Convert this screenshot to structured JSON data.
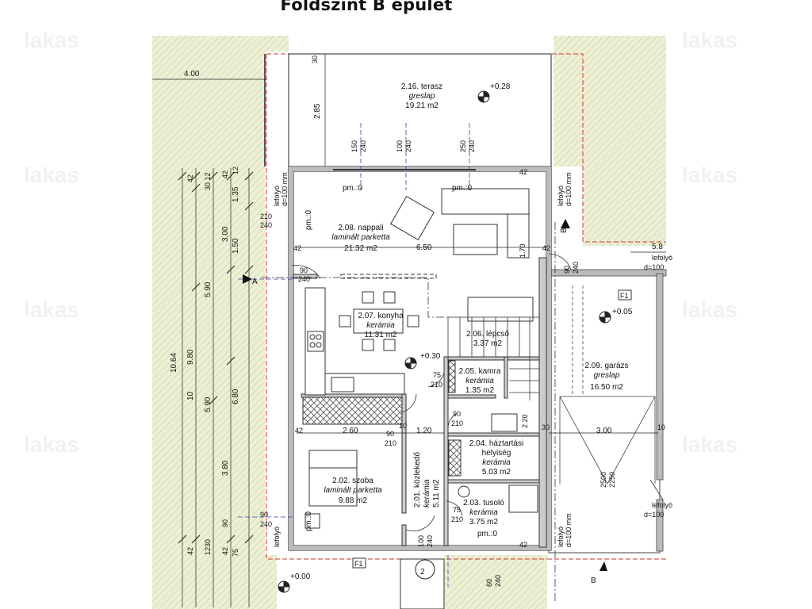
{
  "title": "Földszint B épület",
  "watermark": "lakas",
  "colors": {
    "ground": "#eef0d6",
    "hatch": "#c9cc9a",
    "wall": "#555555",
    "line": "#222222",
    "red": "#cc3333",
    "blue": "#3344aa"
  },
  "rooms": [
    {
      "id": "terasz",
      "name": "2.16. terasz",
      "material": "greslap",
      "area": "19.21 m2"
    },
    {
      "id": "nappali",
      "name": "2.08. nappali",
      "material": "laminált parketta",
      "area": "21.32 m2"
    },
    {
      "id": "konyha",
      "name": "2.07. konyha",
      "material": "kerámia",
      "area": "11.31 m2"
    },
    {
      "id": "lepcso",
      "name": "2.06. lépcső",
      "material": "",
      "area": "3.37 m2"
    },
    {
      "id": "kamra",
      "name": "2.05. kamra",
      "material": "kerámia",
      "area": "1.35 m2"
    },
    {
      "id": "haztartasi",
      "name": "2.04. háztartási",
      "name2": "helyiség",
      "material": "kerámia",
      "area": "5.03 m2"
    },
    {
      "id": "tusolo",
      "name": "2.03. tusoló",
      "material": "kerámia",
      "area": "3.75 m2"
    },
    {
      "id": "szoba",
      "name": "2.02. szoba",
      "material": "laminált parketta",
      "area": "9.88 m2"
    },
    {
      "id": "kozlekedo",
      "name": "2.01. közlekedő",
      "material": "kerámia",
      "area": "5.11 m2"
    },
    {
      "id": "garazs",
      "name": "2.09. garázs",
      "material": "greslap",
      "area": "16.50 m2"
    }
  ],
  "levels": {
    "terasz": "+0.28",
    "konyha": "+0.30",
    "garazs": "+0.05",
    "outside": "+0.00"
  },
  "pm": {
    "pm0": "pm.:0",
    "pm0b": "pm.:0"
  },
  "downpipes": {
    "label": "lefolyó",
    "size": "d=100 mm",
    "size_short": "d=100"
  },
  "sections": {
    "a": "A",
    "b": "B"
  },
  "markers": {
    "f1": "F1",
    "entry": "2"
  },
  "dims": {
    "top400": "4.00",
    "d30": "30",
    "d285": "2.85",
    "d650": "6.50",
    "d170": "1.70",
    "d260": "2.60",
    "d120": "1.20",
    "d300": "3.00",
    "d220": "2.20",
    "d580": "5.8",
    "v1064": "10.64",
    "v980": "9.80",
    "v10": "10",
    "v590": "5.90",
    "v590b": "5.90",
    "v300": "3.00",
    "v150": "1.50",
    "v135": "1.35",
    "v680": "6.80",
    "v380": "3.80",
    "v90": "90",
    "v42": "42",
    "v12": "12",
    "v3012": "30 12",
    "v75": "75",
    "v1230": "1230",
    "d42": "42",
    "d90": "90",
    "d240": "240",
    "d210": "210",
    "d75": "75",
    "d150": "150",
    "d100": "100",
    "d250": "250",
    "d60": "60",
    "g2500": "2500",
    "g2250": "2250",
    "d10": "10"
  }
}
